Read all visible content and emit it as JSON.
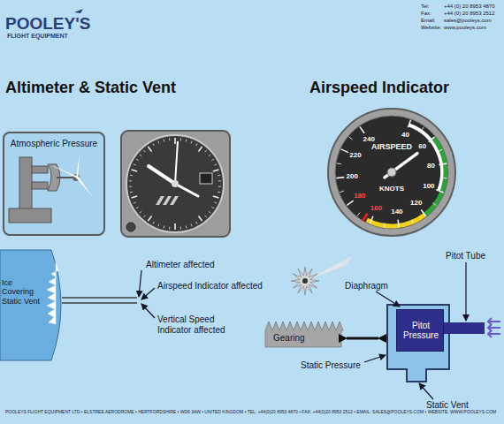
{
  "diagram": {
    "nodes": [
      {
        "text": [
          "Atmospheric Pressure"
        ]
      },
      {
        "text": [
          "Ice Covering Static Vent"
        ]
      },
      {
        "text": [
          "AIRSPEED",
          "KNOTS"
        ]
      },
      {
        "text": [
          "Pitot Pressure"
        ]
      }
    ],
    "labels": [
      "POOLEY'S",
      "FLIGHT EQUIPMENT",
      "Tel:",
      "+44 (0) 20 8953 4870",
      "Fax:",
      "+44 (0) 20 8953 2512",
      "Email:",
      "sales@pooleys.com",
      "Website:",
      "www.pooleys.com",
      "Altimeter & Static Vent",
      "Airspeed Indicator",
      "Altimeter affected",
      "Airspeed Indicator affected",
      "Vertical Speed Indicator affected",
      "40",
      "60",
      "80",
      "100",
      "120",
      "140",
      "160",
      "180",
      "200",
      "220",
      "240",
      "Diaphragm",
      "Pitot Tube",
      "Gearing",
      "Static Pressure",
      "Static Vent",
      "POOLEYS FLIGHT EQUIPMENT LTD • ELSTREE AERODROME • HERTFORDSHIRE • WD6 3AW • UNITED KINGDOM • TEL: +44(0)20 8953 4870 • FAX: +44(0)20 8953 2512 • EMAIL: SALES@POOLEYS.COM • WEBSITE: WWW.POOLEYS.COM"
    ]
  }
}
